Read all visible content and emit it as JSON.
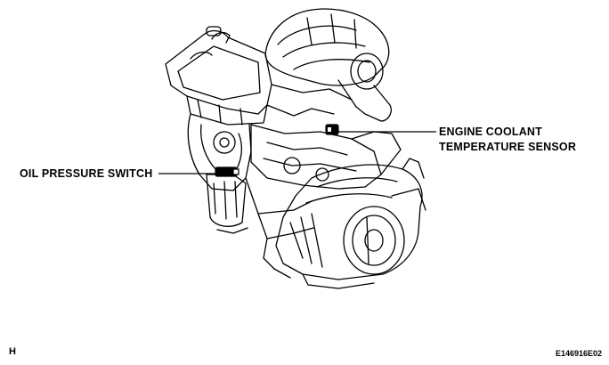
{
  "callouts": {
    "oil_pressure_switch": "OIL PRESSURE SWITCH",
    "engine_coolant_temp_sensor": {
      "line1": "ENGINE COOLANT",
      "line2": "TEMPERATURE SENSOR"
    }
  },
  "footer": {
    "corner_code": "H",
    "image_id": "E146916E02"
  }
}
